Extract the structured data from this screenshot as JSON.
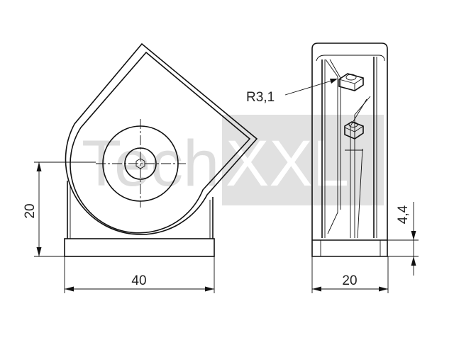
{
  "drawing": {
    "watermark": {
      "part1": "Tech",
      "part2": "XXL"
    },
    "front_view": {
      "dim_height": "20",
      "dim_width": "40"
    },
    "side_view": {
      "dim_width": "20",
      "dim_offset": "4,4",
      "radius_label": "R3,1"
    }
  }
}
